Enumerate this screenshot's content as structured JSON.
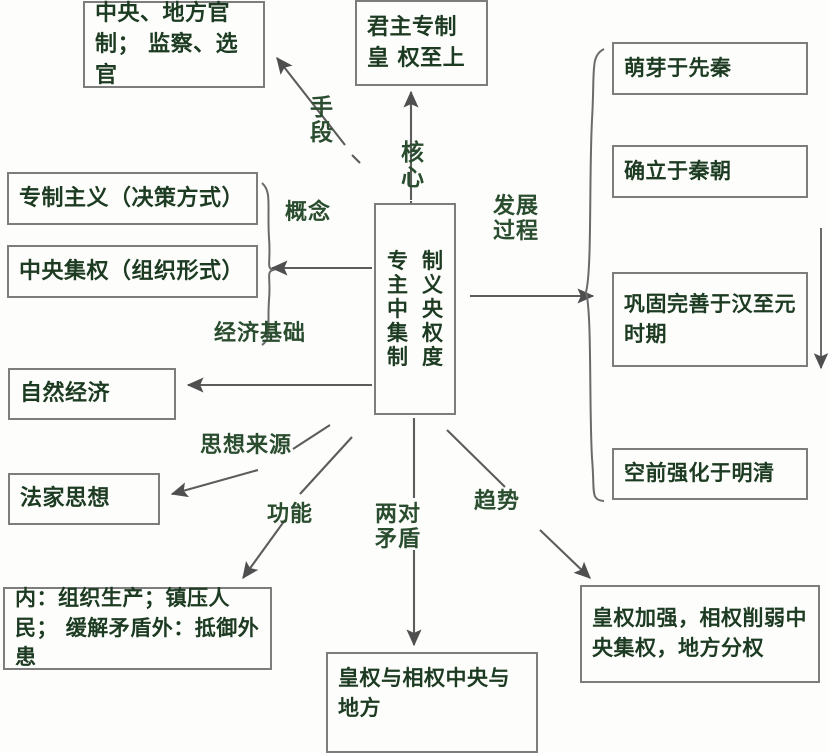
{
  "diagram": {
    "title": "专制主义中央集权制度",
    "center_node": {
      "text": "专制主义中央集权制度",
      "chars": [
        "专",
        "制",
        "主",
        "义",
        "中",
        "央",
        "集",
        "权",
        "制",
        "度"
      ]
    },
    "boxes": {
      "official_system": "中央、地方官制；\n监察、选官",
      "monarchy_supreme": "君主专制皇\n权至上",
      "autocracy_concept": "专制主义（决策方式）",
      "centralization_concept": "中央集权（组织形式）",
      "natural_economy": "自然经济",
      "legalist_thought": "法家思想",
      "function_detail": "内：组织生产；镇压人民；\n缓解矛盾外：抵御外患",
      "two_contradictions": "皇权与相权中央与\n地方",
      "trend_detail": "皇权加强，相权削弱中\n央集权，地方分权",
      "stage_1": "萌芽于先秦",
      "stage_2": "确立于秦朝",
      "stage_3": "巩固完善于汉至元\n时期",
      "stage_4": "空前强化于明清"
    },
    "edge_labels": {
      "means": "手段",
      "core": "核心",
      "concept": "概念",
      "economic_base": "经济基础",
      "thought_source": "思想来源",
      "function": "功能",
      "two_contradictions": "两对\n矛盾",
      "trend": "趋势",
      "development_process": "发展\n过程"
    },
    "colors": {
      "text": "#1d3b22",
      "label_text": "#2b4d2f",
      "border": "#7d7d7d",
      "line": "#5c5c5c",
      "background": "#fdfdfc"
    }
  }
}
